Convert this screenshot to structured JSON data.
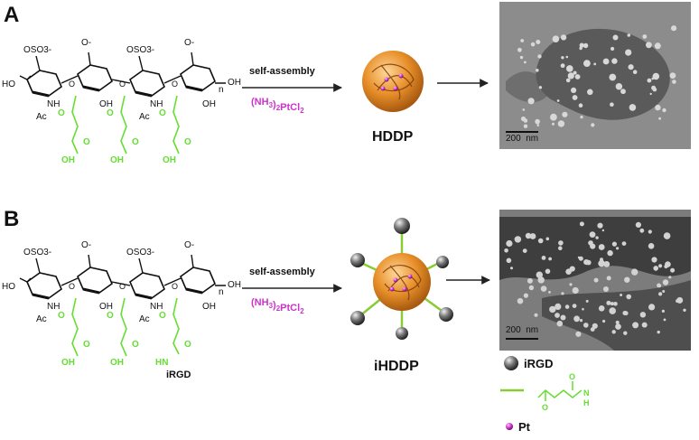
{
  "panels": [
    {
      "letter": "A",
      "arrow_label_top": "self-assembly",
      "arrow_label_bottom": "(NH3)2PtCl2",
      "product_label": "HDDP",
      "scale_bar": "200  nm",
      "terminal_group": "OH"
    },
    {
      "letter": "B",
      "arrow_label_top": "self-assembly",
      "arrow_label_bottom": "(NH3)2PtCl2",
      "product_label": "iHDDP",
      "scale_bar": "200  nm",
      "terminal_group": "iRGD"
    }
  ],
  "chem": {
    "sulfate": "OSO3-",
    "carboxylate": "O-",
    "ho": "HO",
    "oh": "OH",
    "o": "O",
    "nh": "NH",
    "ac": "Ac",
    "n": "n",
    "hn": "HN",
    "carbonyl_o": "O",
    "acid": "OH"
  },
  "legend": {
    "irgd": "iRGD",
    "linker_o": "O",
    "linker_nh": "N",
    "linker_h": "H",
    "pt": "Pt"
  },
  "colors": {
    "green": "#66dd33",
    "magenta": "#cc33cc",
    "orange": "#e8902a",
    "tem_bg": "#8a8a8a"
  }
}
